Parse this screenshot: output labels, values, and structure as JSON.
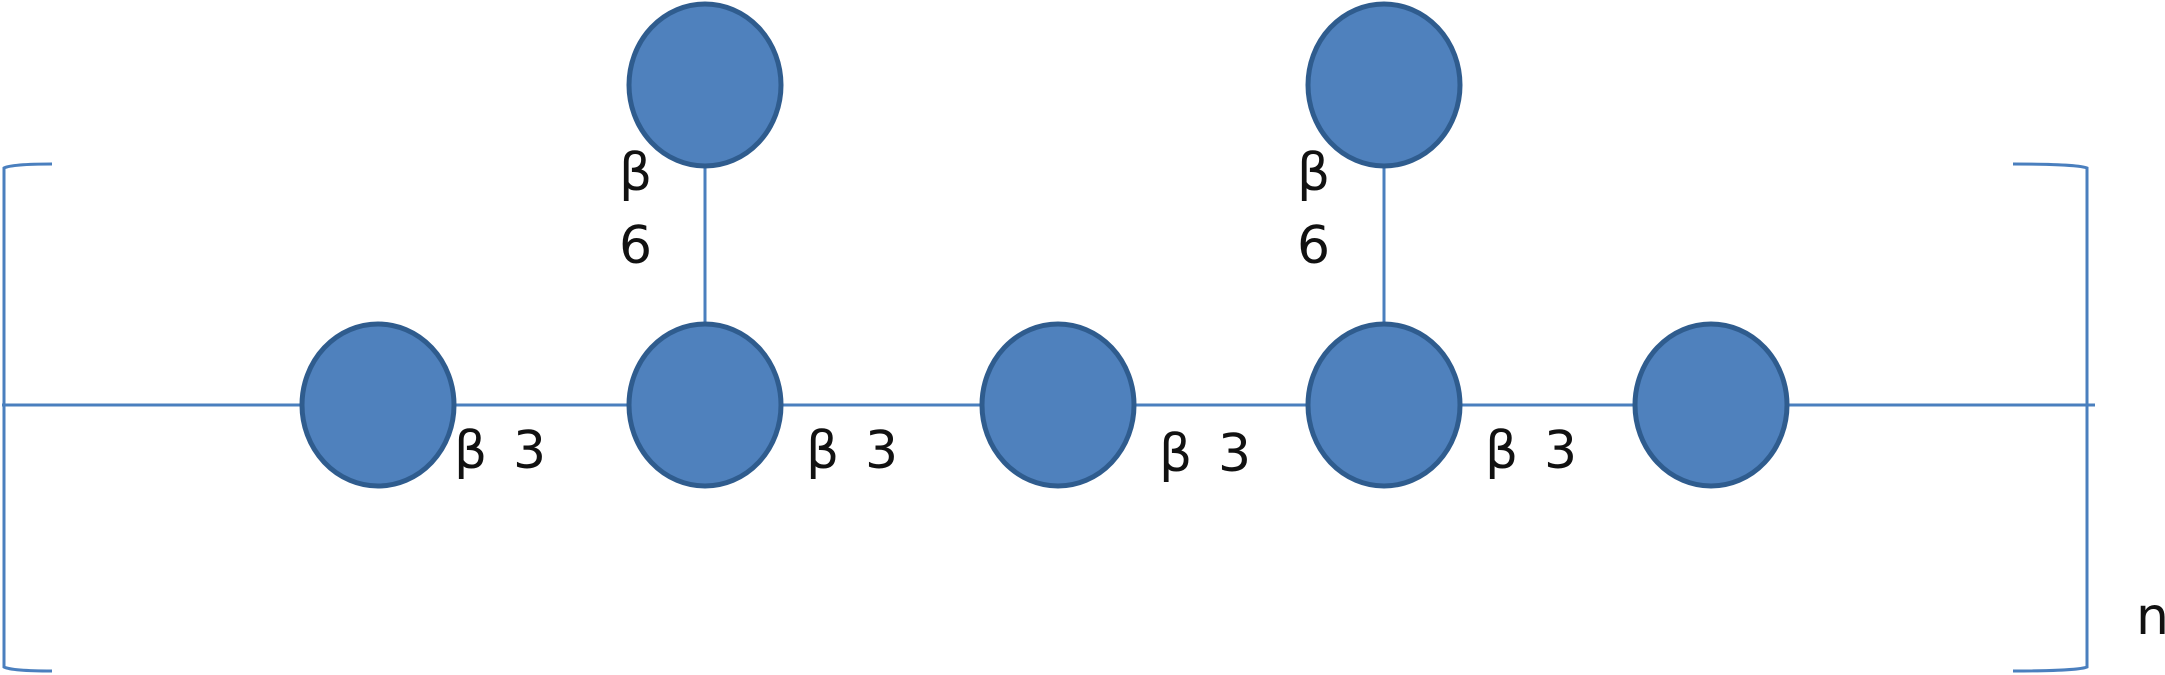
{
  "diagram": {
    "colors": {
      "unit_fill": "#4f81bd",
      "unit_stroke": "#2f5c8e",
      "line": "#4a7fbe",
      "text": "#111111"
    },
    "backbone_linkages": [
      {
        "beta": "β",
        "num": "3"
      },
      {
        "beta": "β",
        "num": "3"
      },
      {
        "beta": "β",
        "num": "3"
      },
      {
        "beta": "β",
        "num": "3"
      }
    ],
    "branch_linkages": [
      {
        "beta": "β",
        "num": "6"
      },
      {
        "beta": "β",
        "num": "6"
      }
    ],
    "repeat_label": "n"
  }
}
